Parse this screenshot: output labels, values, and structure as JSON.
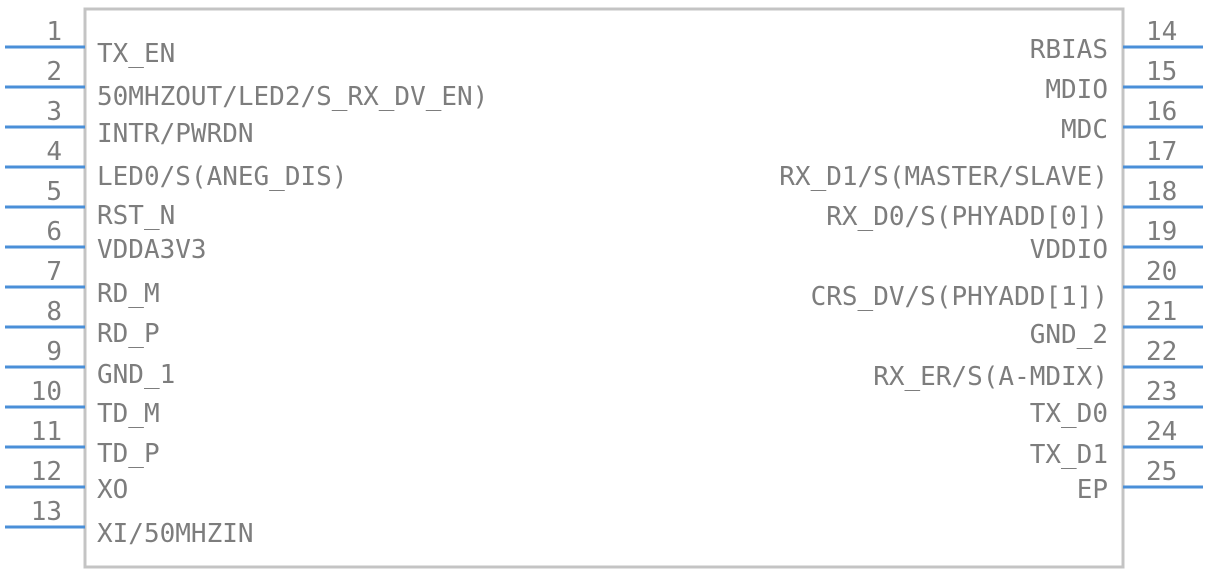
{
  "colors": {
    "pin_line": "#4a8fd8",
    "text": "#7d7d7d",
    "body_outline": "#c4c4c4"
  },
  "left_pins": [
    {
      "number": "1",
      "label": "TX_EN"
    },
    {
      "number": "2",
      "label": "50MHZOUT/LED2/S_RX_DV_EN)"
    },
    {
      "number": "3",
      "label": "INTR/PWRDN"
    },
    {
      "number": "4",
      "label": "LED0/S(ANEG_DIS)"
    },
    {
      "number": "5",
      "label": "RST_N"
    },
    {
      "number": "6",
      "label": "VDDA3V3"
    },
    {
      "number": "7",
      "label": "RD_M"
    },
    {
      "number": "8",
      "label": "RD_P"
    },
    {
      "number": "9",
      "label": "GND_1"
    },
    {
      "number": "10",
      "label": "TD_M"
    },
    {
      "number": "11",
      "label": "TD_P"
    },
    {
      "number": "12",
      "label": "XO"
    },
    {
      "number": "13",
      "label": "XI/50MHZIN"
    }
  ],
  "right_pins": [
    {
      "number": "14",
      "label": "RBIAS"
    },
    {
      "number": "15",
      "label": "MDIO"
    },
    {
      "number": "16",
      "label": "MDC"
    },
    {
      "number": "17",
      "label": "RX_D1/S(MASTER/SLAVE)"
    },
    {
      "number": "18",
      "label": "RX_D0/S(PHYADD[0])"
    },
    {
      "number": "19",
      "label": "VDDIO"
    },
    {
      "number": "20",
      "label": "CRS_DV/S(PHYADD[1])"
    },
    {
      "number": "21",
      "label": "GND_2"
    },
    {
      "number": "22",
      "label": "RX_ER/S(A-MDIX)"
    },
    {
      "number": "23",
      "label": "TX_D0"
    },
    {
      "number": "24",
      "label": "TX_D1"
    },
    {
      "number": "25",
      "label": "EP"
    }
  ]
}
